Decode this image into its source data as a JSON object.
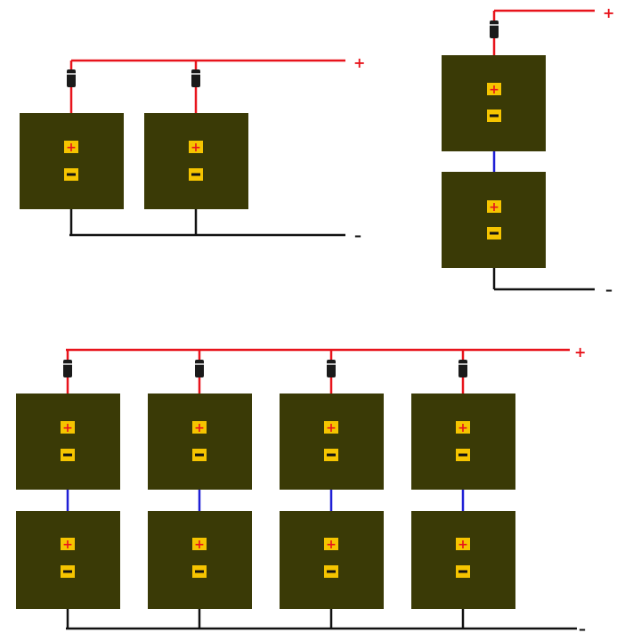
{
  "terminals": {
    "positive_symbol": "+",
    "negative_symbol": "–",
    "panel_positive_symbol": "+",
    "panel_negative_symbol": "–"
  },
  "colors": {
    "background": "#ffffff",
    "panel": "#3a3a06",
    "terminal_box": "#f5c400",
    "positive_wire": "#e8141c",
    "negative_wire": "#111111",
    "series_wire": "#1f1fd6",
    "diode_body": "#1a1a1a",
    "plus_label": "#e8141c",
    "minus_label": "#111111"
  },
  "diagrams": [
    {
      "name": "parallel-2-panels",
      "columns": 2,
      "rows": 1
    },
    {
      "name": "series-2-panels",
      "columns": 1,
      "rows": 2
    },
    {
      "name": "series-parallel-8-panels",
      "columns": 4,
      "rows": 2
    }
  ]
}
